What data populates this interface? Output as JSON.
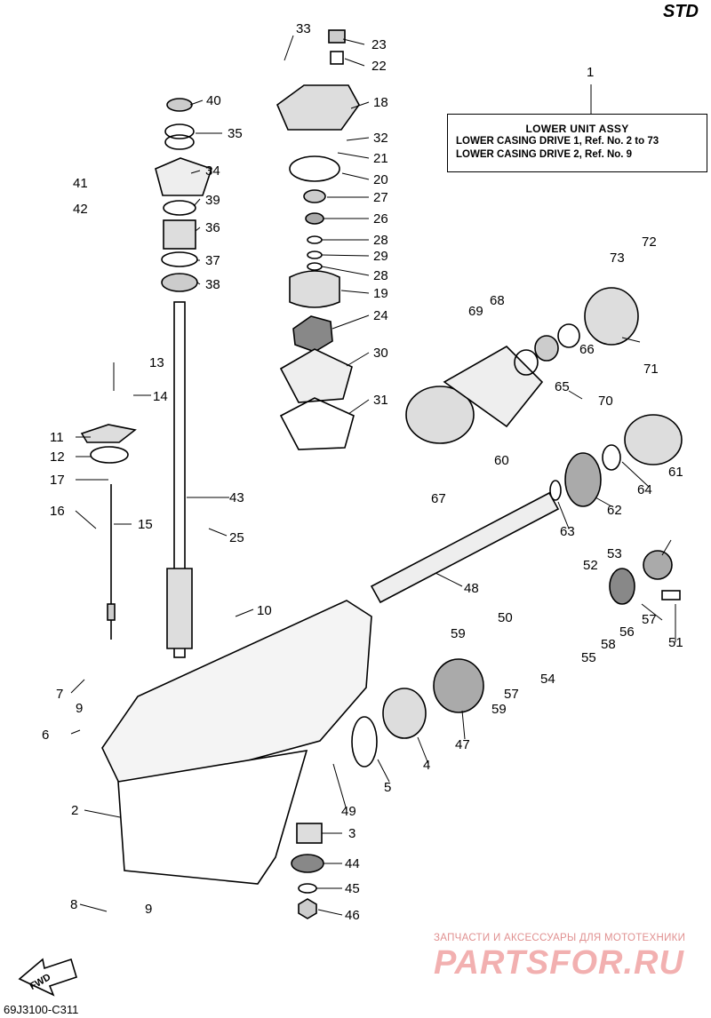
{
  "header": {
    "std_label": "STD"
  },
  "assembly_box": {
    "number": "1",
    "title": "LOWER UNIT ASSY",
    "line1": "LOWER CASING DRIVE 1, Ref. No. 2 to 73",
    "line2": "LOWER CASING DRIVE 2, Ref. No. 9"
  },
  "footer": {
    "code": "69J3100-C311",
    "watermark_small": "ЗАПЧАСТИ И АКСЕССУАРЫ ДЛЯ МОТОТЕХНИКИ",
    "watermark_big": "PARTSFOR.RU",
    "fwd_label": "FWD"
  },
  "callouts": [
    {
      "label": "33"
    },
    {
      "label": "23"
    },
    {
      "label": "22"
    },
    {
      "label": "40"
    },
    {
      "label": "18"
    },
    {
      "label": "35"
    },
    {
      "label": "32"
    },
    {
      "label": "21"
    },
    {
      "label": "34"
    },
    {
      "label": "41"
    },
    {
      "label": "20"
    },
    {
      "label": "42"
    },
    {
      "label": "39"
    },
    {
      "label": "27"
    },
    {
      "label": "36"
    },
    {
      "label": "26"
    },
    {
      "label": "28"
    },
    {
      "label": "37"
    },
    {
      "label": "29"
    },
    {
      "label": "28"
    },
    {
      "label": "72"
    },
    {
      "label": "38"
    },
    {
      "label": "19"
    },
    {
      "label": "73"
    },
    {
      "label": "68"
    },
    {
      "label": "69"
    },
    {
      "label": "24"
    },
    {
      "label": "30"
    },
    {
      "label": "66"
    },
    {
      "label": "71"
    },
    {
      "label": "13"
    },
    {
      "label": "65"
    },
    {
      "label": "14"
    },
    {
      "label": "70"
    },
    {
      "label": "31"
    },
    {
      "label": "11"
    },
    {
      "label": "60"
    },
    {
      "label": "61"
    },
    {
      "label": "12"
    },
    {
      "label": "64"
    },
    {
      "label": "17"
    },
    {
      "label": "43"
    },
    {
      "label": "67"
    },
    {
      "label": "62"
    },
    {
      "label": "16"
    },
    {
      "label": "15"
    },
    {
      "label": "25"
    },
    {
      "label": "63"
    },
    {
      "label": "53"
    },
    {
      "label": "52"
    },
    {
      "label": "48"
    },
    {
      "label": "10"
    },
    {
      "label": "57"
    },
    {
      "label": "50"
    },
    {
      "label": "56"
    },
    {
      "label": "51"
    },
    {
      "label": "59"
    },
    {
      "label": "58"
    },
    {
      "label": "55"
    },
    {
      "label": "7"
    },
    {
      "label": "54"
    },
    {
      "label": "57"
    },
    {
      "label": "9"
    },
    {
      "label": "59"
    },
    {
      "label": "6"
    },
    {
      "label": "47"
    },
    {
      "label": "4"
    },
    {
      "label": "5"
    },
    {
      "label": "49"
    },
    {
      "label": "2"
    },
    {
      "label": "3"
    },
    {
      "label": "44"
    },
    {
      "label": "45"
    },
    {
      "label": "8"
    },
    {
      "label": "9"
    },
    {
      "label": "46"
    }
  ]
}
